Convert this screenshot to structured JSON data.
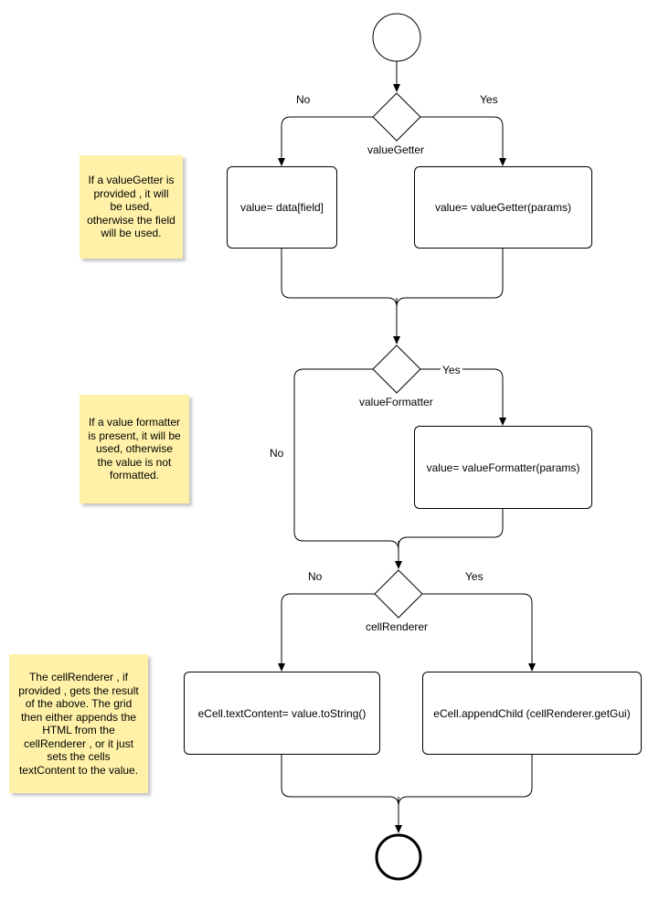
{
  "diagram": {
    "decision1": {
      "label": "valueGetter",
      "no_label": "No",
      "yes_label": "Yes"
    },
    "box_field": "value=  data[field]",
    "box_getter": "value=  valueGetter(params)",
    "note1": "If a valueGetter is provided , it will be used, otherwise the field will be used.",
    "decision2": {
      "label": "valueFormatter",
      "no_label": "No",
      "yes_label": "Yes"
    },
    "box_formatter": "value=  valueFormatter(params)",
    "note2": "If a value formatter is present, it will be used, otherwise the value is not formatted.",
    "decision3": {
      "label": "cellRenderer",
      "no_label": "No",
      "yes_label": "Yes"
    },
    "box_text": "eCell.textContent=  value.toString()",
    "box_append": "eCell.appendChild (cellRenderer.getGui)",
    "note3": "The cellRenderer , if provided , gets the result of the above. The grid then either appends the HTML from the cellRenderer , or it just sets the cells textContent to the value.",
    "colors": {
      "note_fill": "#fff2a8",
      "stroke": "#000000"
    }
  }
}
